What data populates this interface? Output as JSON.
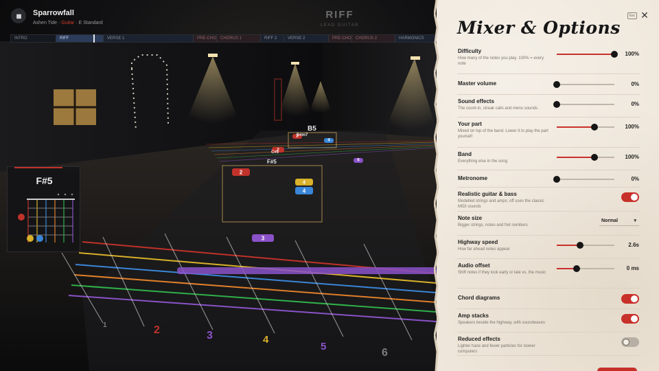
{
  "song": {
    "title": "Sparrowfall",
    "artist": "Ashen Tide",
    "separator": "·",
    "part": "Guitar",
    "tuning": "E Standard",
    "section": "RIFF",
    "role": "LEAD GUITAR",
    "pause_icon": "pause-icon"
  },
  "timeline": {
    "segments": [
      {
        "label": "INTRO"
      },
      {
        "label": "RIFF"
      },
      {
        "label": "VERSE 1"
      },
      {
        "label": "PRE-CHO"
      },
      {
        "label": "CHORUS 1"
      },
      {
        "label": "RIFF 2"
      },
      {
        "label": "VERSE 2"
      },
      {
        "label": "PRE-CHO"
      },
      {
        "label": "CHORUS 2"
      },
      {
        "label": "HARMONICS"
      }
    ],
    "active_index": 1
  },
  "highway": {
    "chord_labels": [
      "B5",
      "F#5",
      "D#m7",
      "C#5"
    ],
    "notes": [
      {
        "fret": "2",
        "color": "#c0322a"
      },
      {
        "fret": "3",
        "color": "#8a52c8"
      },
      {
        "fret": "4",
        "color": "#3a86d8"
      },
      {
        "fret": "2",
        "color": "#c0322a"
      },
      {
        "fret": "4",
        "color": "#d9b12a"
      },
      {
        "fret": "6",
        "color": "#8a52c8"
      },
      {
        "fret": "4",
        "color": "#3a86d8"
      },
      {
        "fret": "2",
        "color": "#c0322a"
      }
    ],
    "fret_numbers": [
      "1",
      "2",
      "3",
      "4",
      "5",
      "6"
    ],
    "string_colors": [
      "#c0322a",
      "#d9b12a",
      "#3a86d8",
      "#e07f2a",
      "#2fb04a",
      "#8a52c8"
    ]
  },
  "chord_diagram": {
    "name": "F#5"
  },
  "panel": {
    "title": "Mixer & Options",
    "esc_label": "Esc",
    "close_icon": "close-icon",
    "settings": [
      {
        "label": "Difficulty",
        "desc": "How many of the notes you play. 100% = every note",
        "type": "slider",
        "level": 1.0,
        "value": "100%"
      },
      {
        "label": "Master volume",
        "desc": "",
        "type": "slider",
        "level": 0.0,
        "value": "0%"
      },
      {
        "label": "Sound effects",
        "desc": "The count-in, streak calls and menu sounds",
        "type": "slider",
        "level": 0.0,
        "value": "0%"
      },
      {
        "label": "Your part",
        "desc": "Mixed on top of the band. Lower it to play the part yourself",
        "type": "slider",
        "level": 0.65,
        "value": "100%"
      },
      {
        "label": "Band",
        "desc": "Everything else in the song",
        "type": "slider",
        "level": 0.65,
        "value": "100%"
      },
      {
        "label": "Metronome",
        "desc": "",
        "type": "slider",
        "level": 0.0,
        "value": "0%"
      },
      {
        "label": "Realistic guitar & bass",
        "desc": "Modelled strings and amps; off uses the classic MIDI sounds",
        "type": "toggle",
        "on": true
      },
      {
        "label": "Note size",
        "desc": "Bigger strings, notes and fret numbers",
        "type": "dropdown",
        "value": "Normal",
        "icon": "chevron-down-icon"
      },
      {
        "label": "Highway speed",
        "desc": "How far ahead notes appear",
        "type": "slider",
        "level": 0.4,
        "value": "2.6s"
      },
      {
        "label": "Audio offset",
        "desc": "Shift notes if they look early or late vs. the music",
        "type": "slider",
        "level": 0.35,
        "value": "0 ms"
      },
      {
        "label": "Chord diagrams",
        "desc": "",
        "type": "toggle",
        "on": true
      },
      {
        "label": "Amp stacks",
        "desc": "Speakers beside the highway, with soundwaves",
        "type": "toggle",
        "on": true
      },
      {
        "label": "Reduced effects",
        "desc": "Lighter haze and fewer particles for slower computers",
        "type": "toggle",
        "on": false
      }
    ]
  },
  "colors": {
    "accent": "#c8302a",
    "panel_bg": "#efe7db",
    "ink": "#161616"
  }
}
